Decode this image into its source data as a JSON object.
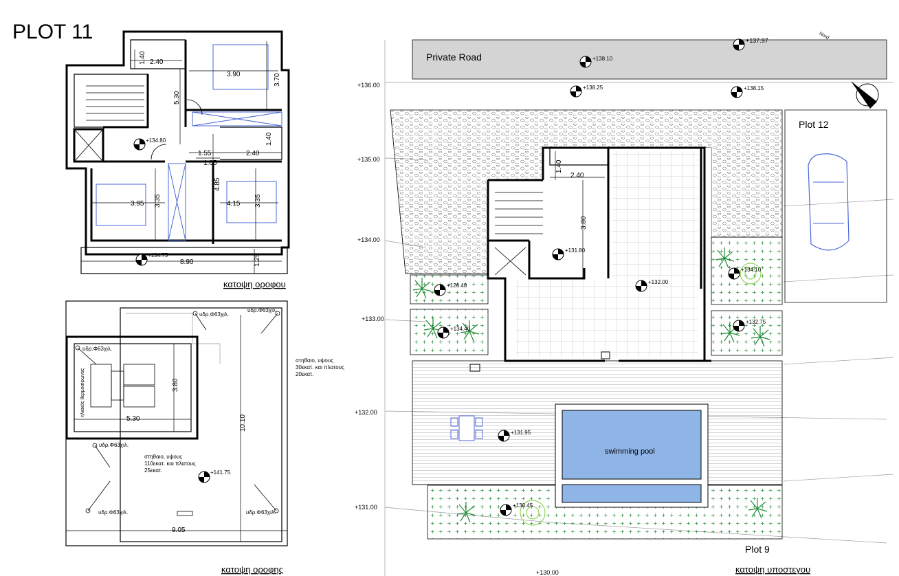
{
  "sheet_title": "PLOT 11",
  "upper_floor": {
    "caption": "κατοψη οροφου",
    "dims": {
      "d140": "1.40",
      "d240": "2.40",
      "d390": "3.90",
      "d370": "3.70",
      "d530": "5.30",
      "d155": "1.55",
      "d105": "1.05",
      "d240b": "2.40",
      "d140b": "1.40",
      "d485": "4.85",
      "d395": "3.95",
      "d335a": "3.35",
      "d415": "4.15",
      "d335b": "3.35",
      "d890": "8.90",
      "d125": "1.25"
    },
    "levels": {
      "hall": "+134.80",
      "balcony": "+134.75"
    }
  },
  "roof": {
    "caption": "κατοψη οροφης",
    "drain": "υδρ.Φ63χιλ.",
    "note_parapet_low": "στηθαιο, υψους 30εκατ. και πλατους 20εκατ.",
    "note_parapet_high": "στηθαιο, υψους 110εκατ. και πλατους 25εκατ.",
    "tank_label": "ηλιακός θερμοσίφωνας",
    "dims": {
      "d380": "3.80",
      "d530": "5.30",
      "d1010": "10.10",
      "d905": "9.05"
    },
    "level": "+141.75"
  },
  "basement": {
    "caption": "κατοψη υποστεγου",
    "private_road": "Private Road",
    "plot12": "Plot 12",
    "plot9": "Plot 9",
    "pool": "swimming pool",
    "contours": [
      "+136.00",
      "+135.00",
      "+134.00",
      "+133.00",
      "+132.00",
      "+131.00",
      "+130.00"
    ],
    "levels": {
      "r1": "+137.97",
      "r2": "+138.10",
      "r3": "+138.25",
      "r4": "+138.15",
      "hall": "+131.80",
      "main": "+132.00",
      "g1": "+126.40",
      "g2": "+134.40",
      "g3": "+134.10",
      "g4": "+132.75",
      "terrace": "+131.95",
      "garden": "+130.45"
    },
    "dims": {
      "d140": "1.40",
      "d240": "2.40",
      "d380": "3.80"
    },
    "north": "Nord"
  },
  "colors": {
    "pool": "#8fb4e6",
    "tree": "#1e8a33",
    "tree_light": "#7ccf3a",
    "car": "#4a67d8"
  }
}
